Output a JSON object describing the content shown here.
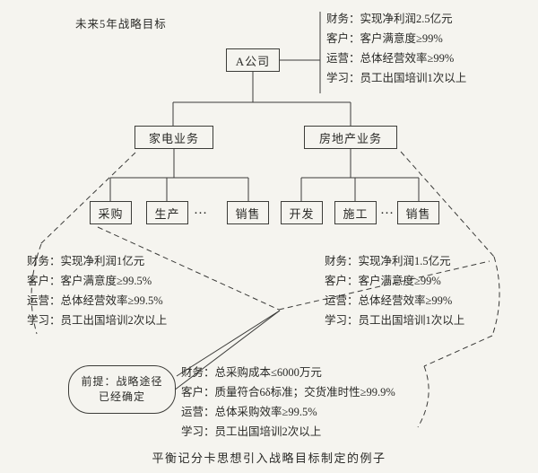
{
  "title": "未来5年战略目标",
  "caption": "平衡记分卡思想引入战略目标制定的例子",
  "tree": {
    "root": "A公司",
    "divisions": {
      "left": "家电业务",
      "right": "房地产业务"
    },
    "left_units": {
      "u1": "采购",
      "u2": "生产",
      "dots": "…",
      "u3": "销售"
    },
    "right_units": {
      "u1": "开发",
      "u2": "施工",
      "dots": "…",
      "u3": "销售"
    }
  },
  "goals": {
    "company": {
      "rows": [
        "财务：实现净利润2.5亿元",
        "客户：客户满意度≥99%",
        "运营：总体经营效率≥99%",
        "学习：员工出国培训1次以上"
      ]
    },
    "appliance": {
      "rows": [
        "财务：实现净利润1亿元",
        "客户：客户满意度≥99.5%",
        "运营：总体经营效率≥99.5%",
        "学习：员工出国培训2次以上"
      ]
    },
    "real_estate": {
      "rows": [
        "财务：实现净利润1.5亿元",
        "客户：客户满意度≥99%",
        "运营：总体经营效率≥99%",
        "学习：员工出国培训1次以上"
      ]
    },
    "procurement": {
      "rows": [
        "财务：总采购成本≤6000万元",
        "客户：质量符合6δ标准；交货准时性≥99.9%",
        "运营：总体采购效率≥99.5%",
        "学习：员工出国培训2次以上"
      ]
    }
  },
  "callout": {
    "line1": "前提：战略途径",
    "line2": "已经确定"
  },
  "colors": {
    "ink": "#2a2a27",
    "paper": "#f5f4ef",
    "line": "#3a3a38"
  }
}
